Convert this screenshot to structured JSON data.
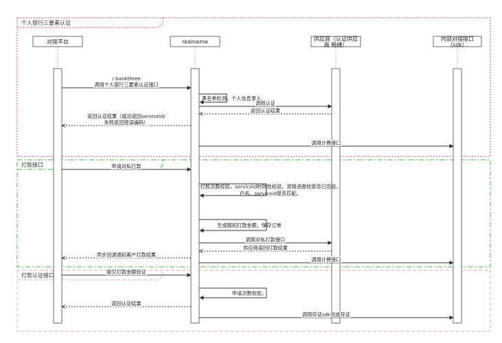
{
  "colors": {
    "frame_red": "#e8475a",
    "frame_green": "#33bb33",
    "frame_pink": "#f2a7b0",
    "line": "#333333",
    "lifeline": "#888888",
    "box_border": "#444444",
    "box_fill": "#ffffff"
  },
  "frames": [
    {
      "id": "frame-individual-bank-three-factor",
      "label": "个人银行三要素认证",
      "color": "frame_red"
    },
    {
      "id": "frame-payment-interface",
      "label": "打款接口",
      "color": "frame_green"
    },
    {
      "id": "frame-payment-verification",
      "label": "打款认证接口",
      "color": "frame_pink"
    }
  ],
  "participants": [
    {
      "id": "platform",
      "label": [
        "对接平台"
      ]
    },
    {
      "id": "realname",
      "label": [
        "realname"
      ]
    },
    {
      "id": "supplier",
      "label": [
        "供应商（认证供应",
        "商 畅捷）"
      ]
    },
    {
      "id": "internal",
      "label": [
        "内部对接接口",
        "（sdk）"
      ]
    }
  ],
  "messages": [
    {
      "from": "platform",
      "to": "realname",
      "style": "solid",
      "label": [
        "/ bankthree",
        "调用个人银行三要素认证接口"
      ]
    },
    {
      "from": "realname",
      "to": "realname",
      "style": "self",
      "label": [
        "黑名单检测，个人信息录入"
      ]
    },
    {
      "from": "realname",
      "to": "supplier",
      "style": "solid",
      "label": [
        "调用认证"
      ]
    },
    {
      "from": "supplier",
      "to": "realname",
      "style": "dashed",
      "label": [
        "返回认证结果"
      ]
    },
    {
      "from": "realname",
      "to": "platform",
      "style": "dashed",
      "label": [
        "返回认证结果（成功返回serviceId/",
        "失败返回错误编码）"
      ]
    },
    {
      "from": "realname",
      "to": "internal",
      "style": "solid",
      "label": [
        "调用计费接口"
      ]
    },
    {
      "from": "platform",
      "to": "realname",
      "style": "solid",
      "label": [
        "申请对私打款"
      ]
    },
    {
      "from": "realname",
      "to": "realname",
      "style": "self",
      "label": [
        "打款次数校验，serviceid时效性校验，流程进度校是否已完结，",
        "户名、serviceid是否匹配。"
      ]
    },
    {
      "from": "realname",
      "to": "realname",
      "style": "self",
      "label": [
        "生成随机打款金额，保存订单"
      ]
    },
    {
      "from": "realname",
      "to": "supplier",
      "style": "solid",
      "label": [
        "调用对私打款接口"
      ]
    },
    {
      "from": "supplier",
      "to": "realname",
      "style": "dashed",
      "label": [
        "供应商返回打款结果"
      ]
    },
    {
      "from": "realname",
      "to": "platform",
      "style": "dashed",
      "label": [
        "异步回调通知客户打款结果"
      ]
    },
    {
      "from": "realname",
      "to": "internal",
      "style": "solid",
      "label": [
        "调用计费接口"
      ]
    },
    {
      "from": "platform",
      "to": "realname",
      "style": "solid",
      "label": [
        "提交打款金额验证"
      ]
    },
    {
      "from": "realname",
      "to": "realname",
      "style": "self",
      "label": [
        "申请次数校验，"
      ]
    },
    {
      "from": "realname",
      "to": "platform",
      "style": "dashed",
      "label": [
        "返回认证结果"
      ]
    },
    {
      "from": "realname",
      "to": "internal",
      "style": "solid",
      "label": [
        "调用存证sdk完成存证"
      ]
    }
  ]
}
